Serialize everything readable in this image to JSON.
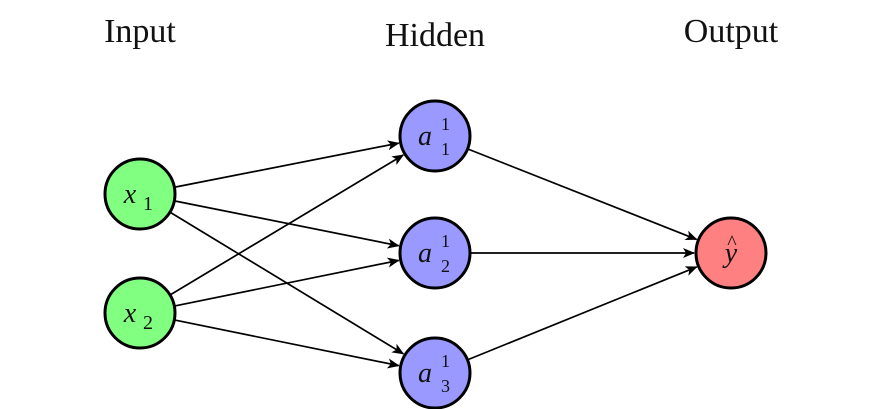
{
  "diagram": {
    "layers": [
      {
        "id": "input",
        "title": "Input",
        "nodes": [
          {
            "id": "x1",
            "base": "x",
            "sub": "1",
            "sup": "",
            "hat": false
          },
          {
            "id": "x2",
            "base": "x",
            "sub": "2",
            "sup": "",
            "hat": false
          }
        ]
      },
      {
        "id": "hidden",
        "title": "Hidden",
        "nodes": [
          {
            "id": "a1",
            "base": "a",
            "sub": "1",
            "sup": "1",
            "hat": false
          },
          {
            "id": "a2",
            "base": "a",
            "sub": "2",
            "sup": "1",
            "hat": false
          },
          {
            "id": "a3",
            "base": "a",
            "sub": "3",
            "sup": "1",
            "hat": false
          }
        ]
      },
      {
        "id": "output",
        "title": "Output",
        "nodes": [
          {
            "id": "yhat",
            "base": "y",
            "sub": "",
            "sup": "",
            "hat": true
          }
        ]
      }
    ],
    "edges": [
      [
        "x1",
        "a1"
      ],
      [
        "x1",
        "a2"
      ],
      [
        "x1",
        "a3"
      ],
      [
        "x2",
        "a1"
      ],
      [
        "x2",
        "a2"
      ],
      [
        "x2",
        "a3"
      ],
      [
        "a1",
        "yhat"
      ],
      [
        "a2",
        "yhat"
      ],
      [
        "a3",
        "yhat"
      ]
    ],
    "colors": {
      "input_fill": "#80ff80",
      "hidden_fill": "#9999ff",
      "output_fill": "#ff8080",
      "stroke": "#000000"
    }
  }
}
